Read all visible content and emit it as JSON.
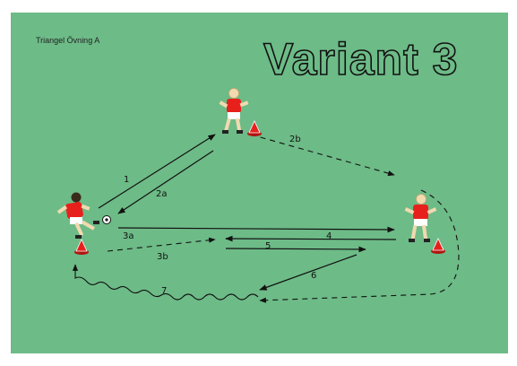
{
  "diagram": {
    "caption": "Triangel Övning A",
    "variant": "Variant 3",
    "labels": {
      "l1": "1",
      "l2a": "2a",
      "l2b": "2b",
      "l3a": "3a",
      "l3b": "3b",
      "l4": "4",
      "l5": "5",
      "l6": "6",
      "l7": "7"
    },
    "colors": {
      "field": "#6dbb87",
      "border": "#ffffff",
      "jersey": "#e8201c",
      "cone": "#e8201c"
    }
  }
}
